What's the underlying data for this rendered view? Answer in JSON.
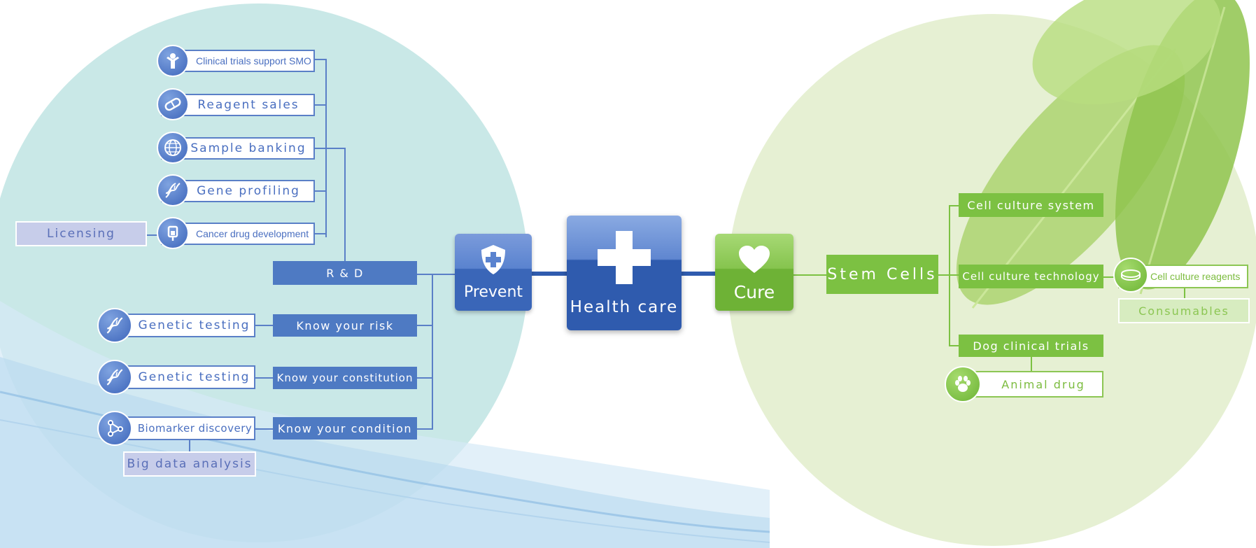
{
  "colors": {
    "blue": "#4e7ac3",
    "green": "#7cc142",
    "left_circle": "#c7e6e5",
    "right_circle": "#e6f0d2"
  },
  "center": {
    "prevent": "Prevent",
    "health_care": "Health care",
    "cure": "Cure"
  },
  "left": {
    "rnd": "R & D",
    "rnd_items": [
      {
        "label": "Clinical trials support SMO",
        "icon": "person-icon"
      },
      {
        "label": "Reagent sales",
        "icon": "capsule-icon"
      },
      {
        "label": "Sample banking",
        "icon": "globe-icon"
      },
      {
        "label": "Gene profiling",
        "icon": "dna-icon"
      },
      {
        "label": "Cancer drug development",
        "icon": "iv-bag-icon"
      }
    ],
    "licensing": "Licensing",
    "know_risk": "Know your risk",
    "know_constitution": "Know your constitution",
    "know_condition": "Know your condition",
    "genetic_testing_1": "Genetic testing",
    "genetic_testing_2": "Genetic testing",
    "biomarker": "Biomarker discovery",
    "big_data": "Big data analysis"
  },
  "right": {
    "stem_cells": "Stem Cells",
    "cell_culture_system": "Cell culture system",
    "cell_culture_technology": "Cell culture technology",
    "dog_clinical_trials": "Dog clinical trials",
    "cell_culture_reagents": "Cell culture reagents",
    "consumables": "Consumables",
    "animal_drug": "Animal drug"
  }
}
